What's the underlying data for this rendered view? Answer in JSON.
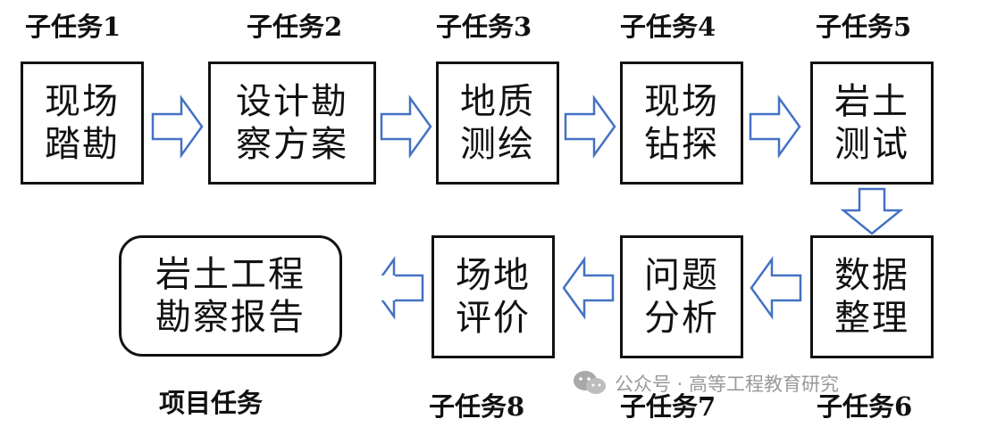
{
  "labels": {
    "t1": "子任务1",
    "t2": "子任务2",
    "t3": "子任务3",
    "t4": "子任务4",
    "t5": "子任务5",
    "t6": "子任务6",
    "t7": "子任务7",
    "t8": "子任务8",
    "project": "项目任务"
  },
  "boxes": {
    "b1": [
      "现场",
      "踏勘"
    ],
    "b2": [
      "设计勘",
      "察方案"
    ],
    "b3": [
      "地质",
      "测绘"
    ],
    "b4": [
      "现场",
      "钻探"
    ],
    "b5": [
      "岩土",
      "测试"
    ],
    "b6": [
      "数据",
      "整理"
    ],
    "b7": [
      "问题",
      "分析"
    ],
    "b8": [
      "场地",
      "评价"
    ],
    "final": [
      "岩土工程",
      "勘察报告"
    ]
  },
  "watermark": {
    "text": "公众号 · 高等工程教育研究"
  },
  "colors": {
    "arrow_stroke": "#4472C4",
    "box_border": "#111111",
    "watermark": "#9a9a9a"
  }
}
